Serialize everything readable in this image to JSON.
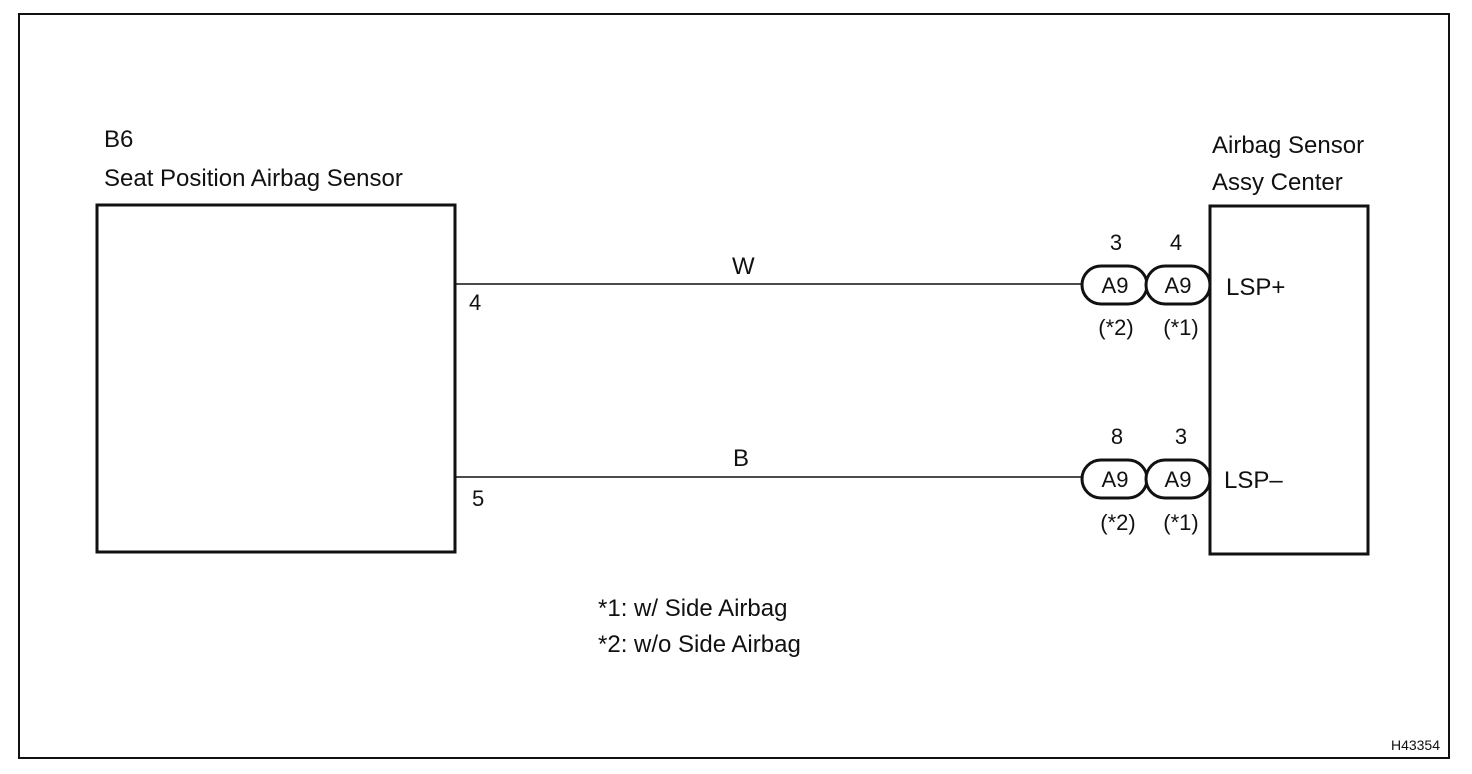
{
  "left_component": {
    "code": "B6",
    "name": "Seat Position Airbag Sensor"
  },
  "right_component": {
    "name_line1": "Airbag Sensor",
    "name_line2": "Assy Center",
    "terminal_plus": "LSP+",
    "terminal_minus": "LSP–"
  },
  "wires": [
    {
      "color_code": "W",
      "left_pin": "4",
      "connectors": [
        {
          "pin": "3",
          "code": "A9",
          "note": "(*2)"
        },
        {
          "pin": "4",
          "code": "A9",
          "note": "(*1)"
        }
      ]
    },
    {
      "color_code": "B",
      "left_pin": "5",
      "connectors": [
        {
          "pin": "8",
          "code": "A9",
          "note": "(*2)"
        },
        {
          "pin": "3",
          "code": "A9",
          "note": "(*1)"
        }
      ]
    }
  ],
  "footnotes": [
    "*1: w/ Side Airbag",
    "*2: w/o Side Airbag"
  ],
  "figure_id": "H43354"
}
